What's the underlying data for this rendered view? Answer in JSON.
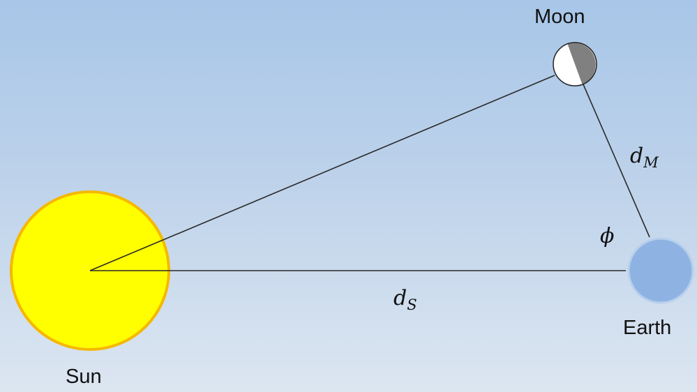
{
  "labels": {
    "moon": "Moon",
    "earth": "Earth",
    "sun": "Sun"
  },
  "symbols": {
    "d_moon": {
      "base": "d",
      "sub": "M"
    },
    "d_sun": {
      "base": "d",
      "sub": "S"
    },
    "angle": "ϕ"
  },
  "colors": {
    "sun_fill": "#ffff00",
    "sun_stroke": "#f5b800",
    "earth_fill": "#8eb3e3",
    "earth_stroke": "#b8cfec",
    "moon_lit": "#ffffff",
    "moon_dark": "#808080",
    "line": "#2a2a2a"
  }
}
